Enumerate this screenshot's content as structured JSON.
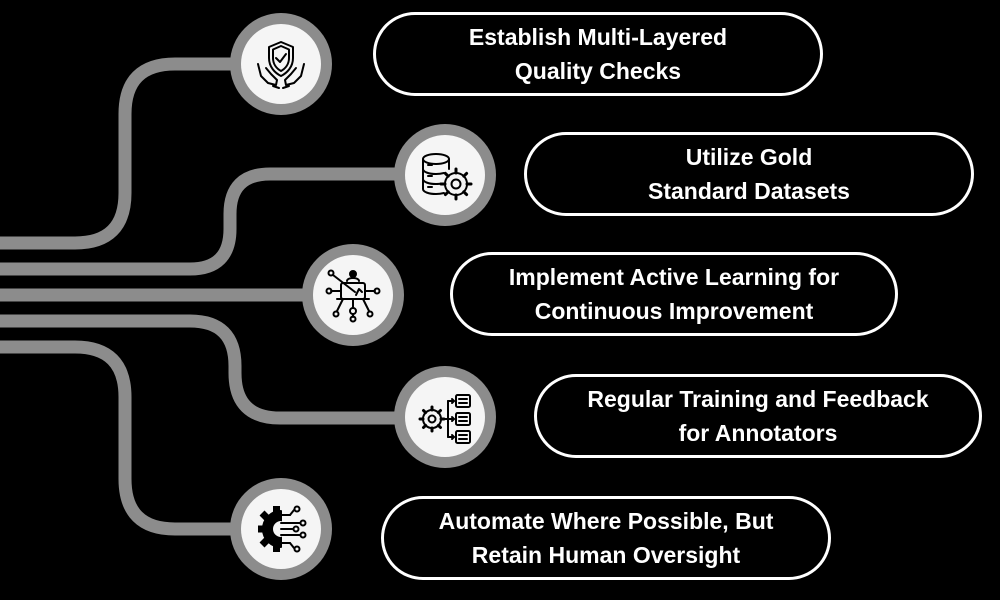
{
  "colors": {
    "background": "#000000",
    "connector": "#8c8c8c",
    "node_ring": "#8c8c8c",
    "node_fill": "#f5f5f5",
    "icon_stroke": "#000000",
    "pill_border": "#ffffff",
    "pill_text": "#ffffff"
  },
  "steps": [
    {
      "label": "Establish Multi-Layered\nQuality Checks",
      "icon": "shield-hands-check-icon"
    },
    {
      "label": "Utilize Gold\nStandard Datasets",
      "icon": "database-gear-icon"
    },
    {
      "label": "Implement Active Learning for\nContinuous Improvement",
      "icon": "ai-learning-network-icon"
    },
    {
      "label": "Regular Training and Feedback\nfor Annotators",
      "icon": "gear-list-feedback-icon"
    },
    {
      "label": "Automate Where Possible, But\nRetain Human Oversight",
      "icon": "gear-circuit-automation-icon"
    }
  ]
}
